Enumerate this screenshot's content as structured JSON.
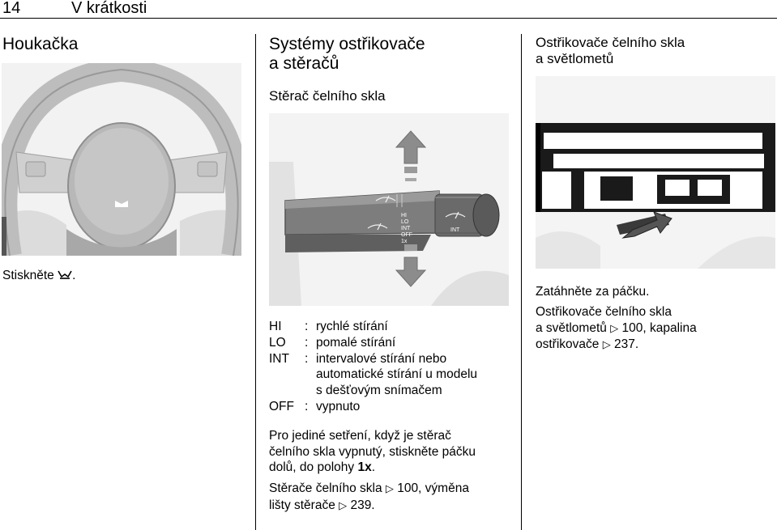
{
  "header": {
    "page_number": "14",
    "section_title": "V krátkosti"
  },
  "left": {
    "heading": "Houkačka",
    "instruction_text": "Stiskněte",
    "instruction_end": "."
  },
  "middle": {
    "heading_line1": "Systémy ostřikovače",
    "heading_line2": "a stěračů",
    "subheading": "Stěrač čelního skla",
    "lever_labels": [
      "HI",
      "LO",
      "INT",
      "OFF",
      "1x"
    ],
    "lever_ring_label": "INT",
    "terms": [
      {
        "key": "HI",
        "colon": ":",
        "lines": [
          "rychlé stírání"
        ]
      },
      {
        "key": "LO",
        "colon": ":",
        "lines": [
          "pomalé stírání"
        ]
      },
      {
        "key": "INT",
        "colon": ":",
        "lines": [
          "intervalové stírání nebo",
          "automatické stírání u modelu",
          "s dešťovým snímačem"
        ]
      },
      {
        "key": "OFF",
        "colon": ":",
        "lines": [
          "vypnuto"
        ]
      }
    ],
    "para1_line1": "Pro jediné setření, když je stěrač",
    "para1_line2": "čelního skla vypnutý, stiskněte páčku",
    "para1_line3_pre": "dolů, do polohy ",
    "para1_bold": "1x",
    "para1_line3_post": ".",
    "para2_line1_pre": "Stěrače čelního skla ",
    "ref_symbol": "▷",
    "para2_line1_post": " 100, výměna",
    "para2_line2_pre": "lišty stěrače ",
    "para2_line2_post": " 239."
  },
  "right": {
    "heading_line1": "Ostřikovače čelního skla",
    "heading_line2": "a světlometů",
    "line1": "Zatáhněte za páčku.",
    "line2": "Ostřikovače čelního skla",
    "line3_pre": "a světlometů ",
    "line3_post": " 100, kapalina",
    "line4_pre": "ostřikovače ",
    "line4_post": " 237."
  }
}
